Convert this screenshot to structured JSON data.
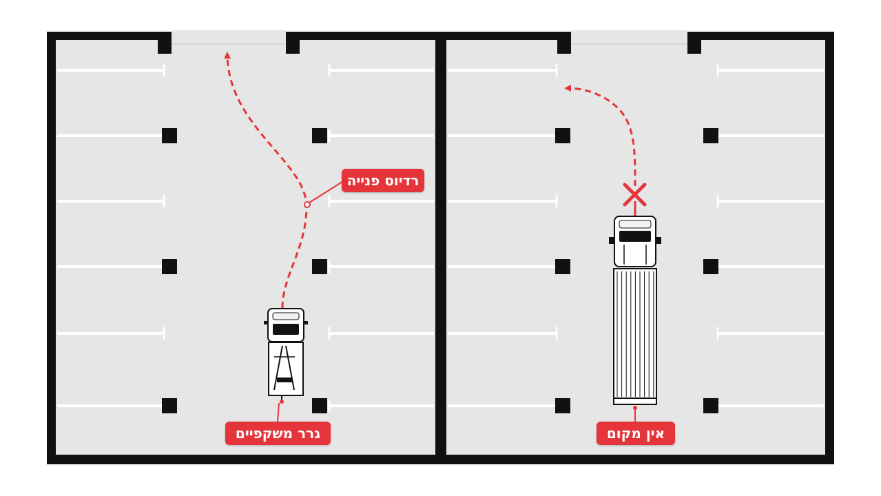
{
  "labels": {
    "turning_radius": "רדיוס פנייה",
    "window_trailer": "גרר משקפיים",
    "no_room": "אין מקום"
  },
  "colors": {
    "accent_red": "#e5353a",
    "floor": "#e6e6e6",
    "wall": "#111111",
    "stripe": "#ffffff",
    "pillar": "#111111"
  },
  "icons": {
    "left_vehicle": "truck-with-glass-trailer-icon",
    "right_vehicle": "semi-truck-icon",
    "blocked_marker": "x-mark-icon",
    "path_arrow": "dashed-arrow-icon"
  }
}
